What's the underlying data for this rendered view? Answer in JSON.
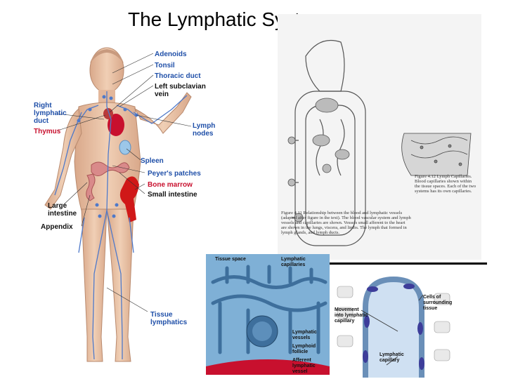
{
  "title": "The Lymphatic System",
  "body_labels": {
    "adenoids": "Adenoids",
    "tonsil": "Tonsil",
    "thoracic_duct": "Thoracic duct",
    "left_subclavian_vein": "Left subclavian\nvein",
    "right_lymphatic_duct": "Right\nlymphatic\nduct",
    "thymus": "Thymus",
    "lymph_nodes": "Lymph\nnodes",
    "spleen": "Spleen",
    "peyers_patches": "Peyer's patches",
    "bone_marrow": "Bone marrow",
    "small_intestine": "Small intestine",
    "large_intestine": "Large\nintestine",
    "appendix": "Appendix",
    "tissue_lymphatics": "Tissue\nlymphatics"
  },
  "scan_figure": {
    "caption_left": "Figure 4.11  Relationship between the blood and lymphatic vessels (adapted after figure in the text). The blood vascular system and lymph vessels and capillaries are shown. Vessels small afferent to the heart are shown in the lungs, viscera, and limbs. The lymph that formed in lymph glands, and lymph ducts.",
    "caption_right": "Figure 4.12  Lymph Capillaries. Blood capillaries shown within the tissue spaces. Each of the two systems has its own capillaries."
  },
  "capillary_inset": {
    "tissue_space": "Tissue space",
    "lymphatic_capillaries": "Lymphatic\ncapillaries",
    "lymphatic_vessels": "Lymphatic\nvessels",
    "lymphoid_follicle": "Lymphoid\nfollicle",
    "afferent_lymphatic_vessel": "Afferent\nlymphatic\nvessel",
    "movement": "Movement\ninto lymphatic\ncapillary",
    "cells_surrounding": "Cells of\nsurrounding\ntissue",
    "lymphatic_capillary": "Lymphatic\ncapillary"
  },
  "colors": {
    "label_blue": "#1f4fa8",
    "label_red": "#c8102e",
    "skin": "#e8c3a6",
    "lymph_blue": "#4f79c9",
    "inset_bg": "#7fb0d6"
  }
}
